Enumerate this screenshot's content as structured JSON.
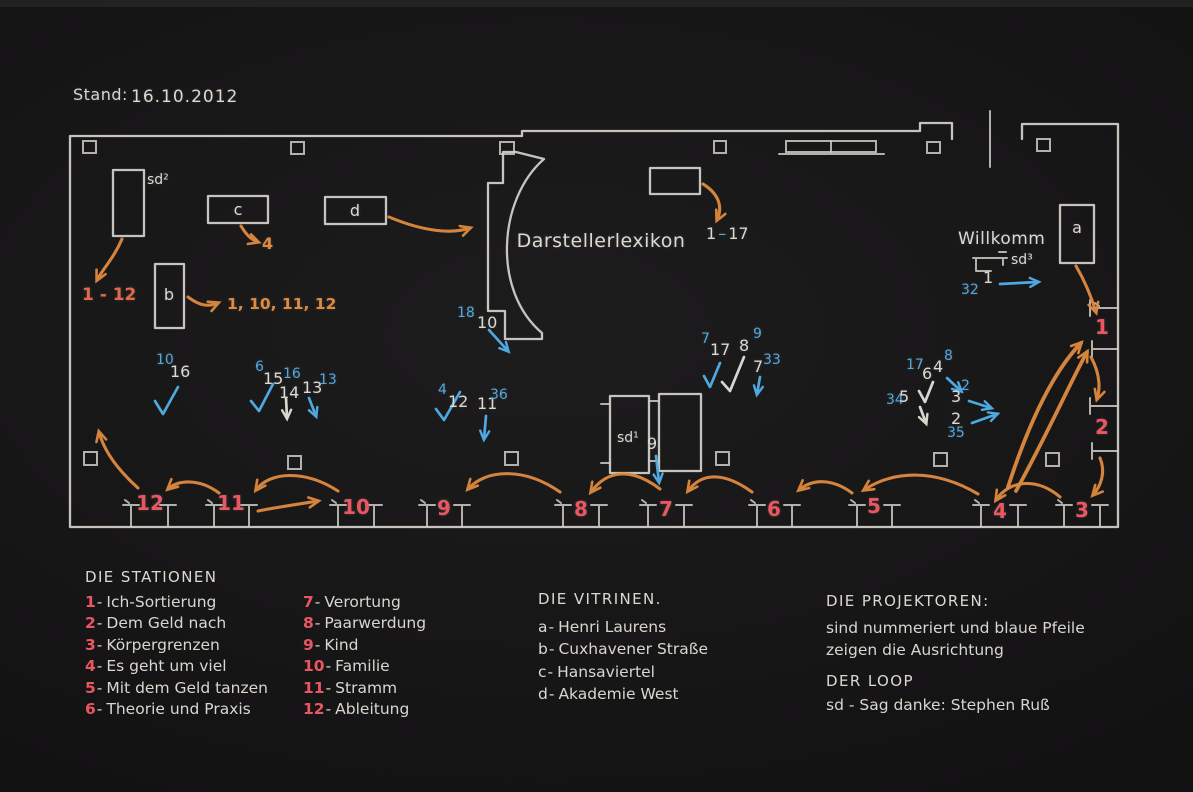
{
  "palette": {
    "chalk": "#dad7d0",
    "red": "#ea5661",
    "orange": "#e08a3f",
    "blue": "#4fa8e0",
    "board": "#181718"
  },
  "meta": {
    "stand_label": "Stand:",
    "stand_date": "16.10.2012"
  },
  "plan": {
    "rooms": {
      "center": "Darstellerlexikon",
      "right": "Willkomm"
    },
    "units": {
      "a": "a",
      "b": "b",
      "c": "c",
      "d": "d",
      "sd1": "sd¹",
      "sd2": "sd²",
      "sd3": "sd³"
    },
    "notes": {
      "range_b_left": "1 - 12",
      "list_b": "1, 10, 11, 12",
      "c_target": "4",
      "r17_from": "1",
      "r17_dash": "–",
      "r17_to": "17"
    },
    "loop_stations": [
      "12",
      "11",
      "10",
      "9",
      "8",
      "7",
      "6",
      "5",
      "4",
      "3"
    ],
    "wall_stations": [
      "1",
      "2"
    ],
    "marks": [
      {
        "t": "10",
        "c": "blue"
      },
      {
        "t": "16",
        "c": "white"
      },
      {
        "t": "6",
        "c": "blue"
      },
      {
        "t": "15",
        "c": "white"
      },
      {
        "t": "16",
        "c": "blue"
      },
      {
        "t": "14",
        "c": "white"
      },
      {
        "t": "13",
        "c": "white"
      },
      {
        "t": "13",
        "c": "blue"
      },
      {
        "t": "4",
        "c": "blue"
      },
      {
        "t": "12",
        "c": "white"
      },
      {
        "t": "11",
        "c": "white"
      },
      {
        "t": "36",
        "c": "blue"
      },
      {
        "t": "18",
        "c": "blue"
      },
      {
        "t": "10",
        "c": "white"
      },
      {
        "t": "7",
        "c": "blue"
      },
      {
        "t": "17",
        "c": "white"
      },
      {
        "t": "8",
        "c": "white"
      },
      {
        "t": "9",
        "c": "blue"
      },
      {
        "t": "7",
        "c": "white"
      },
      {
        "t": "33",
        "c": "blue"
      },
      {
        "t": "17",
        "c": "blue"
      },
      {
        "t": "6",
        "c": "white"
      },
      {
        "t": "4",
        "c": "white"
      },
      {
        "t": "8",
        "c": "blue"
      },
      {
        "t": "34",
        "c": "blue"
      },
      {
        "t": "5",
        "c": "white"
      },
      {
        "t": "3",
        "c": "white"
      },
      {
        "t": "2",
        "c": "blue"
      },
      {
        "t": "2",
        "c": "white"
      },
      {
        "t": "35",
        "c": "blue"
      },
      {
        "t": "32",
        "c": "blue"
      },
      {
        "t": "1",
        "c": "white"
      },
      {
        "t": "9",
        "c": "white"
      }
    ]
  },
  "legend": {
    "sep": "-",
    "stations": {
      "title": "DIE STATIONEN",
      "items": [
        {
          "num": "1",
          "label": "Ich-Sortierung"
        },
        {
          "num": "2",
          "label": "Dem Geld nach"
        },
        {
          "num": "3",
          "label": "Körpergrenzen"
        },
        {
          "num": "4",
          "label": "Es geht um viel"
        },
        {
          "num": "5",
          "label": "Mit dem Geld tanzen"
        },
        {
          "num": "6",
          "label": "Theorie und Praxis"
        },
        {
          "num": "7",
          "label": "Verortung"
        },
        {
          "num": "8",
          "label": "Paarwerdung"
        },
        {
          "num": "9",
          "label": "Kind"
        },
        {
          "num": "10",
          "label": "Familie"
        },
        {
          "num": "11",
          "label": "Stramm"
        },
        {
          "num": "12",
          "label": "Ableitung"
        }
      ]
    },
    "vitrinen": {
      "title": "DIE VITRINEN.",
      "items": [
        {
          "key": "a",
          "label": "Henri Laurens"
        },
        {
          "key": "b",
          "label": "Cuxhavener Straße"
        },
        {
          "key": "c",
          "label": "Hansaviertel"
        },
        {
          "key": "d",
          "label": "Akademie West"
        }
      ]
    },
    "projektoren": {
      "title": "DIE PROJEKTOREN:",
      "line1": "sind nummeriert und blaue Pfeile",
      "line2": "zeigen die Ausrichtung"
    },
    "loop": {
      "title": "DER LOOP",
      "line1": "sd - Sag danke: Stephen Ruß"
    }
  }
}
